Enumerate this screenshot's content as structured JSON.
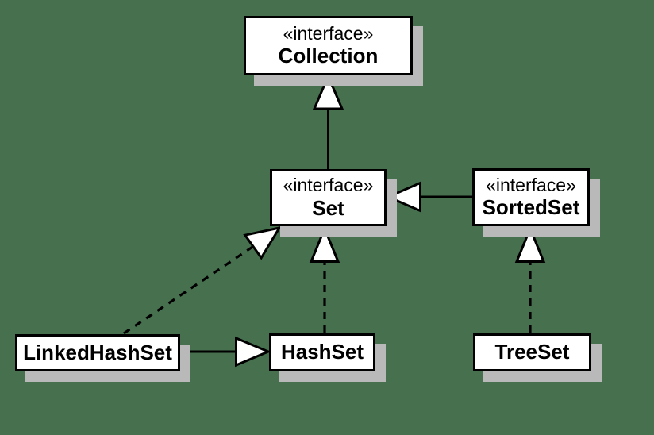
{
  "colors": {
    "background": "#47704F",
    "box_fill": "#FFFFFF",
    "box_border": "#000000",
    "shadow": "#B9B9B9",
    "line": "#000000",
    "text": "#000000"
  },
  "diagram": {
    "type": "uml-class-diagram",
    "nodes": {
      "collection": {
        "stereotype": "«interface»",
        "name": "Collection"
      },
      "set": {
        "stereotype": "«interface»",
        "name": "Set"
      },
      "sortedset": {
        "stereotype": "«interface»",
        "name": "SortedSet"
      },
      "linkedhashset": {
        "name": "LinkedHashSet"
      },
      "hashset": {
        "name": "HashSet"
      },
      "treeset": {
        "name": "TreeSet"
      }
    },
    "edges": [
      {
        "from": "Set",
        "to": "Collection",
        "type": "generalization",
        "line": "solid"
      },
      {
        "from": "SortedSet",
        "to": "Set",
        "type": "generalization",
        "line": "solid"
      },
      {
        "from": "LinkedHashSet",
        "to": "HashSet",
        "type": "generalization",
        "line": "solid"
      },
      {
        "from": "HashSet",
        "to": "Set",
        "type": "realization",
        "line": "dashed"
      },
      {
        "from": "TreeSet",
        "to": "SortedSet",
        "type": "realization",
        "line": "dashed"
      },
      {
        "from": "LinkedHashSet",
        "to": "Set",
        "type": "realization",
        "line": "dashed"
      }
    ]
  }
}
